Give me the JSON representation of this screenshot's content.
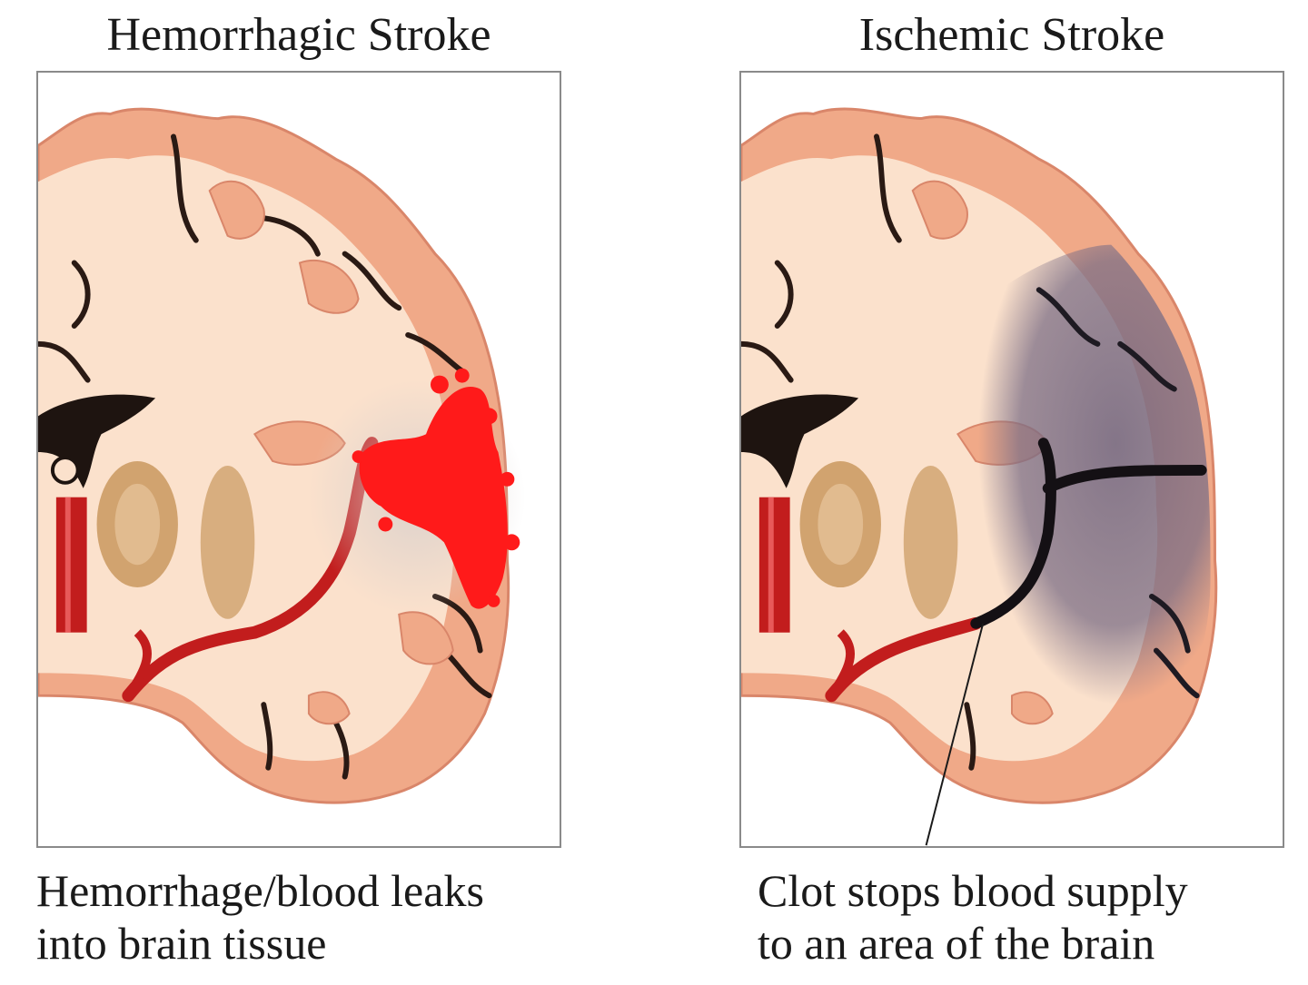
{
  "panels": {
    "left": {
      "title": "Hemorrhagic Stroke",
      "caption_line1": "Hemorrhage/blood leaks",
      "caption_line2": "into brain tissue"
    },
    "right": {
      "title": "Ischemic Stroke",
      "caption_line1": "Clot stops blood supply",
      "caption_line2": "to an area of the brain"
    }
  },
  "colors": {
    "white_matter": "#fbe1cc",
    "gray_matter": "#f0a988",
    "sulcus": "#2a1a14",
    "artery": "#c21d1d",
    "hemorrhage": "#ff1a1a",
    "ischemic_region": "#7d6f86",
    "basal_ganglia": "#c9985e",
    "ventricle": "#1e1410"
  }
}
